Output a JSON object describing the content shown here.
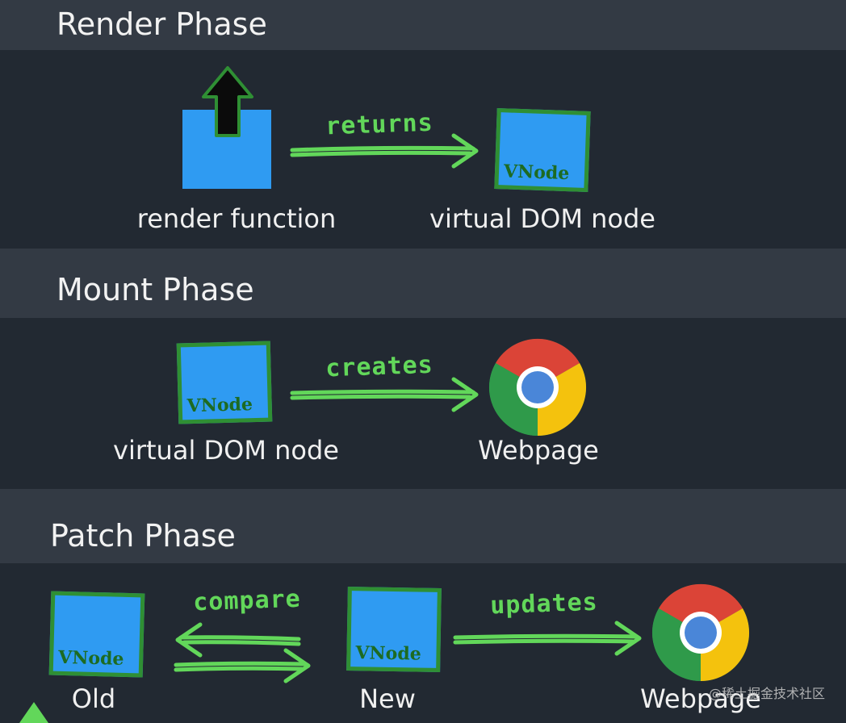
{
  "render_phase": {
    "title": "Render Phase",
    "source_caption": "render function",
    "arrow_label": "returns",
    "target_tag": "VNode",
    "target_caption": "virtual DOM node"
  },
  "mount_phase": {
    "title": "Mount Phase",
    "source_tag": "VNode",
    "source_caption": "virtual DOM node",
    "arrow_label": "creates",
    "target_caption": "Webpage"
  },
  "patch_phase": {
    "title": "Patch Phase",
    "old_tag": "VNode",
    "old_caption": "Old",
    "compare_label": "compare",
    "new_tag": "VNode",
    "new_caption": "New",
    "updates_label": "updates",
    "target_caption": "Webpage"
  },
  "watermark": "@稀土掘金技术社区",
  "colors": {
    "background": "#232a33",
    "band": "#333a44",
    "node_blue": "#2f9bf2",
    "node_border": "#2f8f34",
    "arrow_green": "#62d75a"
  },
  "icons": [
    "up-arrow-icon",
    "right-arrow-icon",
    "left-arrow-icon",
    "chrome-icon"
  ]
}
